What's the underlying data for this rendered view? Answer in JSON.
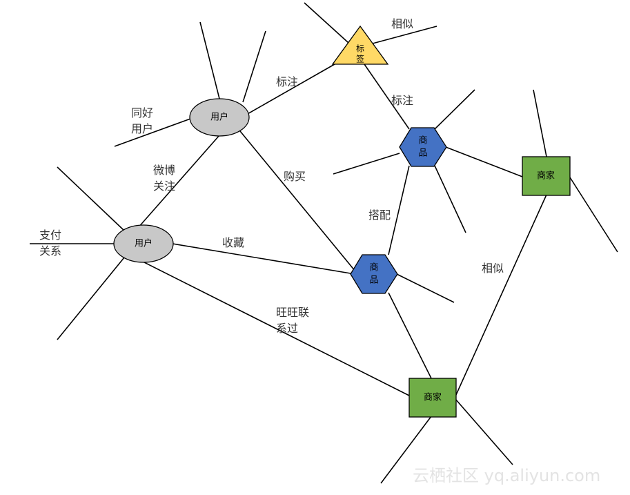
{
  "colors": {
    "user": "#c8c8c8",
    "product": "#4472c4",
    "merchant": "#70ad47",
    "tag": "#ffd966",
    "stroke": "#000000",
    "watermark": "#e3e3e3"
  },
  "nodes": {
    "tag": {
      "label_1": "标",
      "label_2": "签"
    },
    "user_top": {
      "label": "用户"
    },
    "user_left": {
      "label": "用户"
    },
    "product_top": {
      "label_1": "商",
      "label_2": "品"
    },
    "product_mid": {
      "label_1": "商",
      "label_2": "品"
    },
    "merchant_right": {
      "label": "商家"
    },
    "merchant_bottom": {
      "label": "商家"
    }
  },
  "edge_labels": {
    "tag_similar": "相似",
    "tag_annotate_user": "标注",
    "tag_annotate_product": "标注",
    "same_interest_1": "同好",
    "same_interest_2": "用户",
    "weibo_follow_1": "微博",
    "weibo_follow_2": "关注",
    "purchase": "购买",
    "matching": "搭配",
    "payment_1": "支付",
    "payment_2": "关系",
    "favorite": "收藏",
    "merchant_similar": "相似",
    "wangwang_1": "旺旺联",
    "wangwang_2": "系过"
  },
  "watermark": "云栖社区 yq.aliyun.com"
}
